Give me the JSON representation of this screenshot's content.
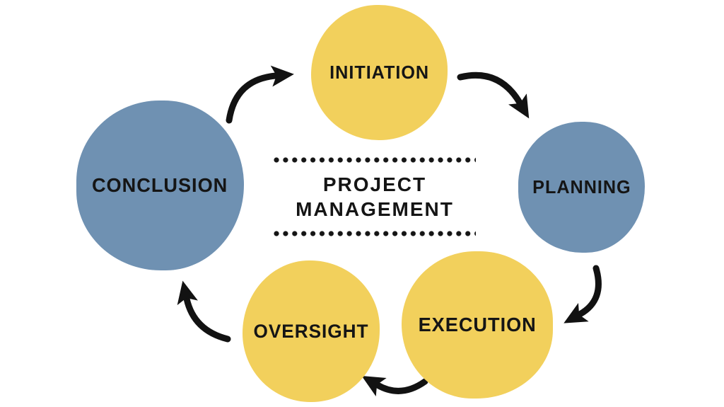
{
  "diagram": {
    "type": "cycle",
    "center_title": {
      "line1": "PROJECT",
      "line2": "MANAGEMENT"
    },
    "stages": [
      {
        "label": "INITIATION",
        "color": "#F2D05C",
        "position": "top-center"
      },
      {
        "label": "PLANNING",
        "color": "#6F91B2",
        "position": "right"
      },
      {
        "label": "EXECUTION",
        "color": "#F2D05C",
        "position": "bottom-right"
      },
      {
        "label": "OVERSIGHT",
        "color": "#F2D05C",
        "position": "bottom-center"
      },
      {
        "label": "CONCLUSION",
        "color": "#6F91B2",
        "position": "left"
      }
    ],
    "flow_order": [
      "INITIATION",
      "PLANNING",
      "EXECUTION",
      "OVERSIGHT",
      "CONCLUSION"
    ],
    "colors": {
      "yellow_stage": "#F2D05C",
      "blue_stage": "#6F91B2",
      "arrow": "#121212",
      "text": "#151515",
      "background": "#FFFFFF"
    }
  }
}
